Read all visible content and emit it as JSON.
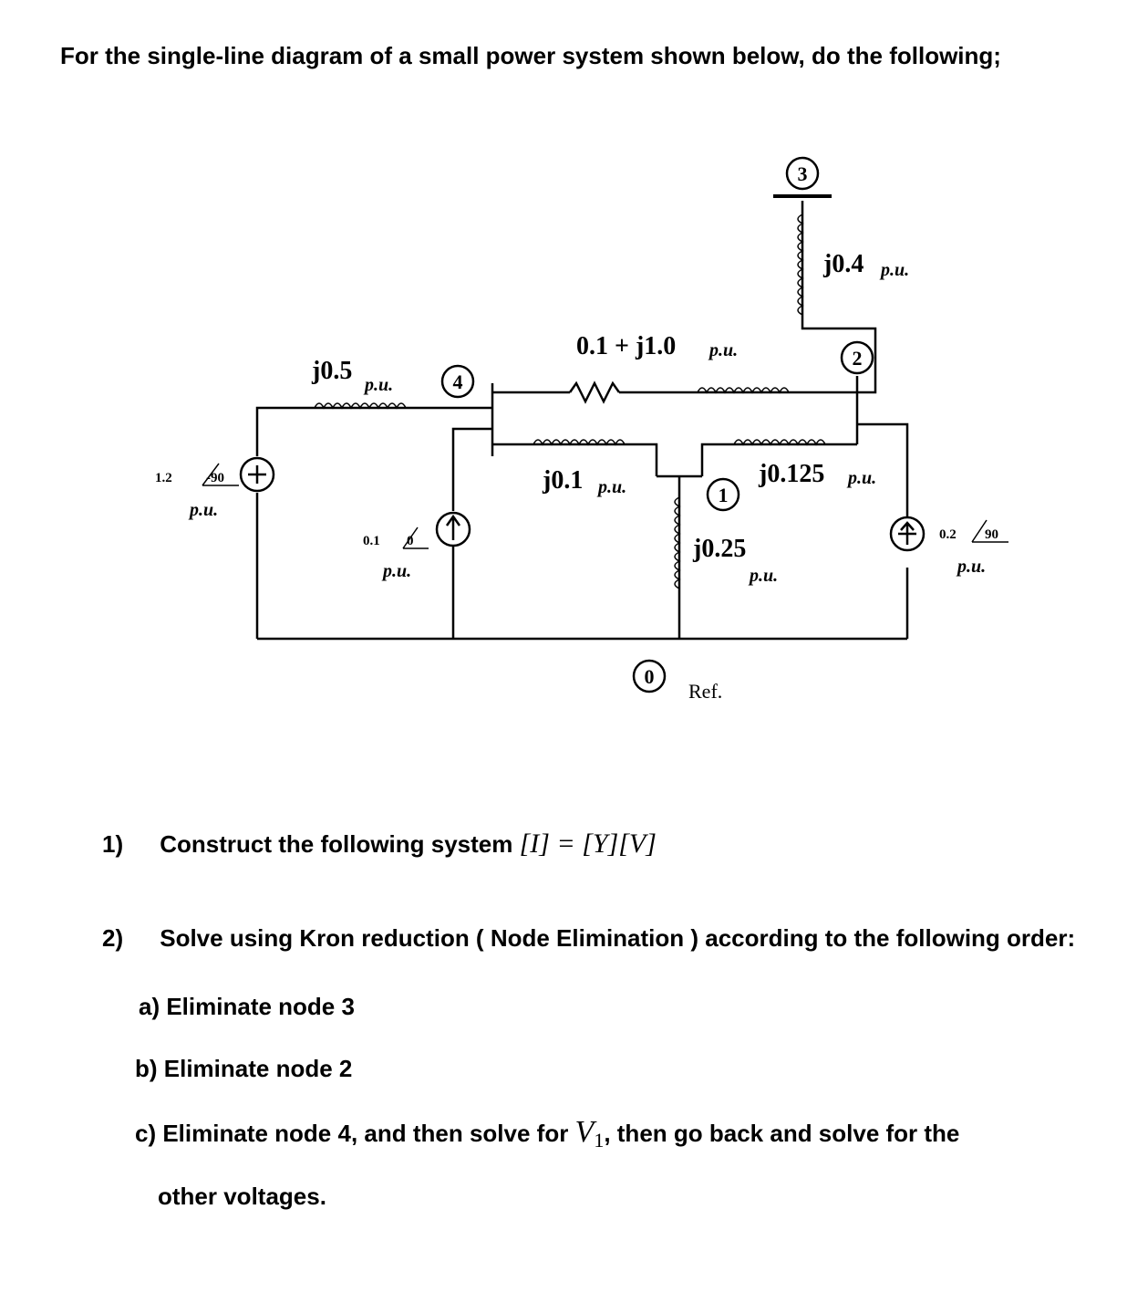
{
  "heading": "For the single-line diagram of a small power system shown below, do the following;",
  "diagram": {
    "nodes": [
      "0",
      "1",
      "2",
      "3",
      "4"
    ],
    "ref_label": "Ref.",
    "pu": "p.u.",
    "impedances": {
      "z_4_top": "j0.5",
      "z_4_2": "0.1 + j1.0",
      "z_4_1": "j0.1",
      "z_1_2": "j0.125",
      "z_1_0": "j0.25",
      "z_2_3": "j0.4"
    },
    "sources": {
      "left": {
        "magnitude": "1.2",
        "angle": "-90"
      },
      "mid": {
        "magnitude": "0.1",
        "angle": "0"
      },
      "right": {
        "magnitude": "0.2",
        "angle": "90"
      }
    }
  },
  "tasks": {
    "t1": {
      "num": "1)",
      "text": "Construct the following system",
      "eq": "[I] = [Y][V]"
    },
    "t2": {
      "num": "2)",
      "text": "Solve using Kron reduction ( Node Elimination ) according to the following order:"
    },
    "a": "a) Eliminate node 3",
    "b": "b) Eliminate node 2",
    "c_pre": "c) Eliminate node 4, and then solve for",
    "c_var": "V",
    "c_sub": "1",
    "c_post": ", then go back and solve for the",
    "c_cont": "other voltages."
  }
}
